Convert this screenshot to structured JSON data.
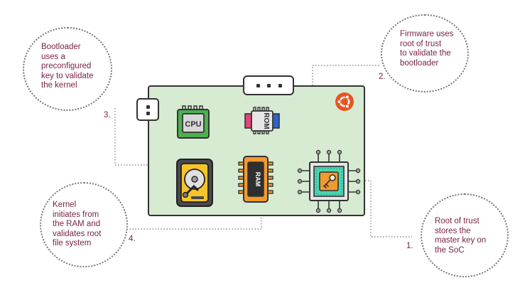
{
  "callouts": [
    {
      "number": "1.",
      "lines": [
        "Root of trust",
        "stores the",
        "master key on",
        "the SoC"
      ]
    },
    {
      "number": "2.",
      "lines": [
        "Firmware uses",
        "root of trust",
        "to validate the",
        "bootloader"
      ]
    },
    {
      "number": "3.",
      "lines": [
        "Bootloader",
        "uses a",
        "preconfigured",
        "key to validate",
        "the kernel"
      ]
    },
    {
      "number": "4.",
      "lines": [
        "Kernel",
        "initiates from",
        "the RAM and",
        "validates root",
        "file system"
      ]
    }
  ],
  "chips": {
    "cpu_label": "CPU",
    "rom_label": "ROM",
    "ram_label": "RAM"
  },
  "icons": {
    "brand": "ubuntu-logo-icon",
    "storage": "hard-drive-icon",
    "soc": "soc-key-chip-icon"
  },
  "colors": {
    "board": "#d6ebd2",
    "text": "#7a2348",
    "cpu": "#4caf50",
    "ram": "#f29a2e",
    "rom_left": "#e0457a",
    "rom_right": "#2f63c9",
    "drive": "#f7c52b",
    "soc": "#4bd6b3",
    "key": "#f29a2e",
    "ubuntu": "#e95420"
  }
}
